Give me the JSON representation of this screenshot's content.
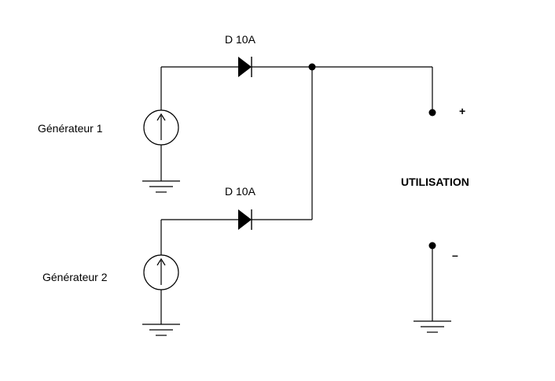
{
  "labels": {
    "diode_top": "D 10A",
    "diode_bottom": "D 10A",
    "generator_1": "Générateur 1",
    "generator_2": "Générateur 2",
    "load": "UTILISATION",
    "plus_sign": "+",
    "minus_sign": "–"
  },
  "icons": {
    "current_source": "circle-with-up-arrow",
    "diode": "triangle-with-bar",
    "ground": "three-line-ground",
    "junction": "filled-dot"
  },
  "colors": {
    "line": "#000000",
    "background": "#ffffff"
  }
}
